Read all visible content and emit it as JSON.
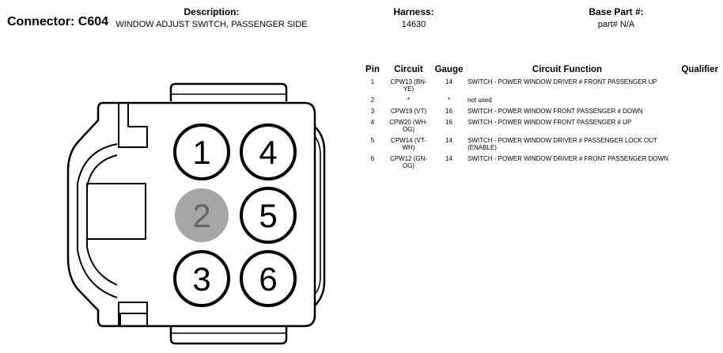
{
  "header": {
    "connector_label": "Connector: C604",
    "description_label": "Description:",
    "description_value": "WINDOW ADJUST SWITCH, PASSENGER SIDE",
    "harness_label": "Harness:",
    "harness_value": "14630",
    "base_part_label": "Base Part #:",
    "base_part_value": "part# N/A"
  },
  "table": {
    "headers": [
      "Pin",
      "Circuit",
      "Gauge",
      "Circuit Function",
      "Qualifier"
    ],
    "rows": [
      {
        "pin": "1",
        "circuit": "CPW13 (BN-YE)",
        "gauge": "14",
        "function": "SWITCH - POWER WINDOW DRIVER # FRONT PASSENGER UP",
        "qualifier": ""
      },
      {
        "pin": "2",
        "circuit": "*",
        "gauge": "*",
        "function": "not used",
        "qualifier": ""
      },
      {
        "pin": "3",
        "circuit": "CPW19 (VT)",
        "gauge": "16",
        "function": "SWITCH - POWER WINDOW FRONT PASSENGER # DOWN",
        "qualifier": ""
      },
      {
        "pin": "4",
        "circuit": "CPW20 (WH-OG)",
        "gauge": "16",
        "function": "SWITCH - POWER WINDOW FRONT PASSENGER # UP",
        "qualifier": ""
      },
      {
        "pin": "5",
        "circuit": "CPW14 (VT-WH)",
        "gauge": "14",
        "function": "SWITCH - POWER WINDOW DRIVER # PASSENGER LOCK OUT (ENABLE)",
        "qualifier": ""
      },
      {
        "pin": "6",
        "circuit": "CPW12 (GN-OG)",
        "gauge": "14",
        "function": "SWITCH - POWER WINDOW DRIVER # FRONT PASSENGER DOWN",
        "qualifier": ""
      }
    ]
  },
  "connector_pins": [
    {
      "label": "1",
      "used": true
    },
    {
      "label": "4",
      "used": true
    },
    {
      "label": "2",
      "used": false
    },
    {
      "label": "5",
      "used": true
    },
    {
      "label": "3",
      "used": true
    },
    {
      "label": "6",
      "used": true
    }
  ],
  "colors": {
    "unused_pin_fill": "#a6a6a6",
    "stroke": "#000000"
  }
}
